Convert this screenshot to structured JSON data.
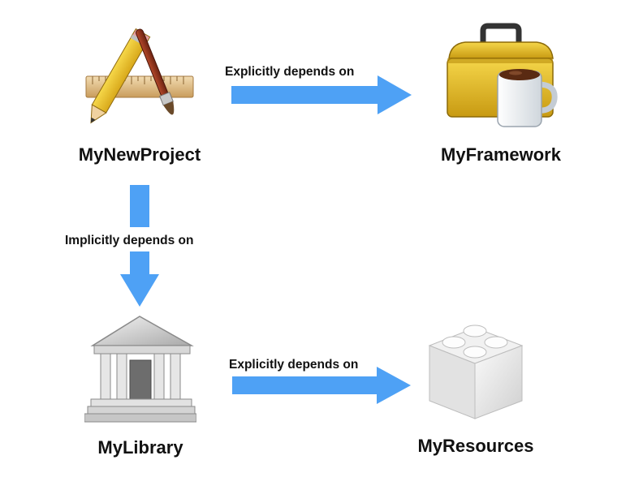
{
  "nodes": {
    "project": {
      "label": "MyNewProject",
      "icon": "xcode-app-icon"
    },
    "framework": {
      "label": "MyFramework",
      "icon": "toolbox-coffee-icon"
    },
    "library": {
      "label": "MyLibrary",
      "icon": "library-building-icon"
    },
    "resources": {
      "label": "MyResources",
      "icon": "lego-block-icon"
    }
  },
  "edges": {
    "project_to_framework": {
      "label": "Explicitly depends on"
    },
    "project_to_library": {
      "label": "Implicitly depends on"
    },
    "library_to_resources": {
      "label": "Explicitly depends on"
    }
  },
  "colors": {
    "arrow": "#4EA1F5",
    "text": "#111111"
  }
}
